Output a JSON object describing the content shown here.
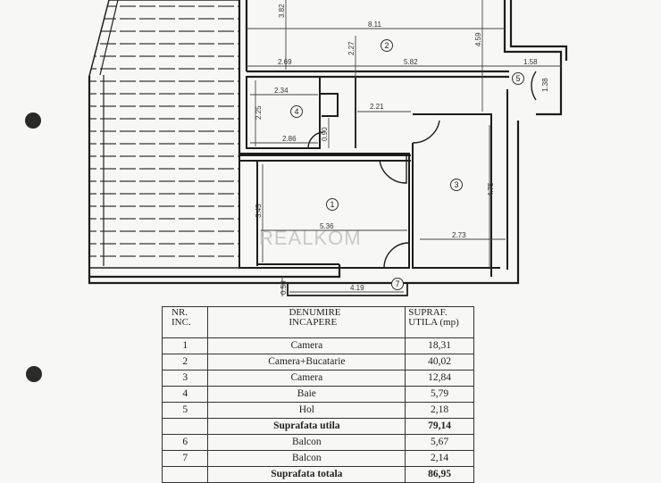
{
  "plan": {
    "dimensions": {
      "d_802": "3.82",
      "d_811": "8.11",
      "d_227": "2.27",
      "d_459": "4.59",
      "d_269": "2.69",
      "d_582": "5.82",
      "d_158": "1.58",
      "d_138": "1.38",
      "d_234": "2.34",
      "d_225": "2.25",
      "d_221": "2.21",
      "d_090": "0.90",
      "d_286": "2.86",
      "d_475": "4.75",
      "d_345": "3.45",
      "d_536": "5.36",
      "d_273": "2.73",
      "d_050": "0.50",
      "d_419": "4.19"
    },
    "room_numbers": [
      "1",
      "2",
      "3",
      "4",
      "5",
      "7"
    ],
    "watermark": "REALKOM"
  },
  "table": {
    "header": {
      "nr_line1": "NR.",
      "nr_line2": "INC.",
      "name_line1": "DENUMIRE",
      "name_line2": "INCAPERE",
      "area_line1": "SUPRAF.",
      "area_line2": "UTILA (mp)"
    },
    "rows": [
      {
        "nr": "1",
        "name": "Camera",
        "area": "18,31"
      },
      {
        "nr": "2",
        "name": "Camera+Bucatarie",
        "area": "40,02"
      },
      {
        "nr": "3",
        "name": "Camera",
        "area": "12,84"
      },
      {
        "nr": "4",
        "name": "Baie",
        "area": "5,79"
      },
      {
        "nr": "5",
        "name": "Hol",
        "area": "2,18"
      },
      {
        "nr": "",
        "name": "Suprafata utila",
        "area": "79,14"
      },
      {
        "nr": "6",
        "name": "Balcon",
        "area": "5,67"
      },
      {
        "nr": "7",
        "name": "Balcon",
        "area": "2,14"
      },
      {
        "nr": "",
        "name": "Suprafata totala",
        "area": "86,95"
      }
    ]
  }
}
